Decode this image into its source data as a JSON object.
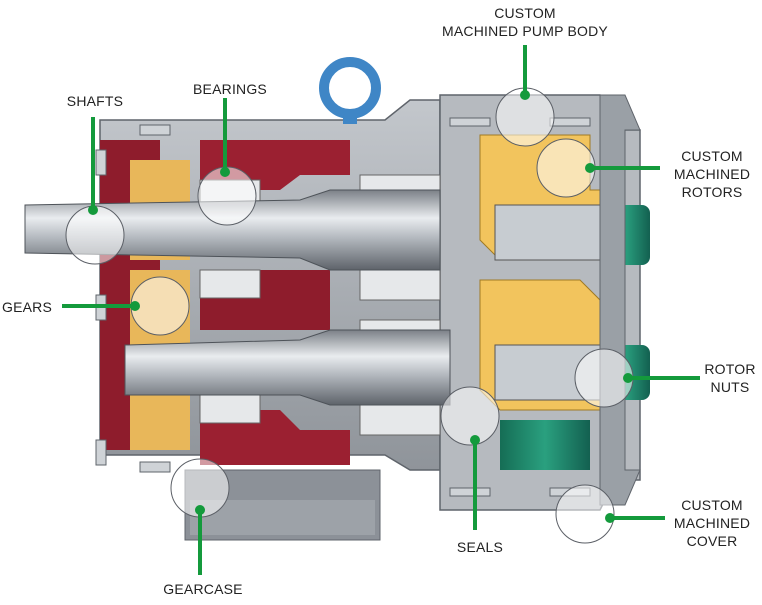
{
  "colors": {
    "callout_line": "#149a3c",
    "housing": "#a9adb3",
    "housing_dark": "#7d8289",
    "gear_red": "#8e1c2c",
    "gear_gold": "#e8b75a",
    "rotor_gold": "#f2c45d",
    "cover_green": "#1f8a6b",
    "eye_bolt": "#3f86c6",
    "shaft": "#b7bcc2"
  },
  "labels": {
    "pump_body": "CUSTOM\nMACHINED PUMP BODY",
    "shafts": "SHAFTS",
    "bearings": "BEARINGS",
    "rotors": "CUSTOM\nMACHINED\nROTORS",
    "gears": "GEARS",
    "rotor_nuts": "ROTOR\nNUTS",
    "seals": "SEALS",
    "cover": "CUSTOM\nMACHINED\nCOVER",
    "gearcase": "GEARCASE"
  },
  "icons": {
    "pump": "cutaway-pump-illustration",
    "eye_bolt": "lifting-eye-icon"
  }
}
